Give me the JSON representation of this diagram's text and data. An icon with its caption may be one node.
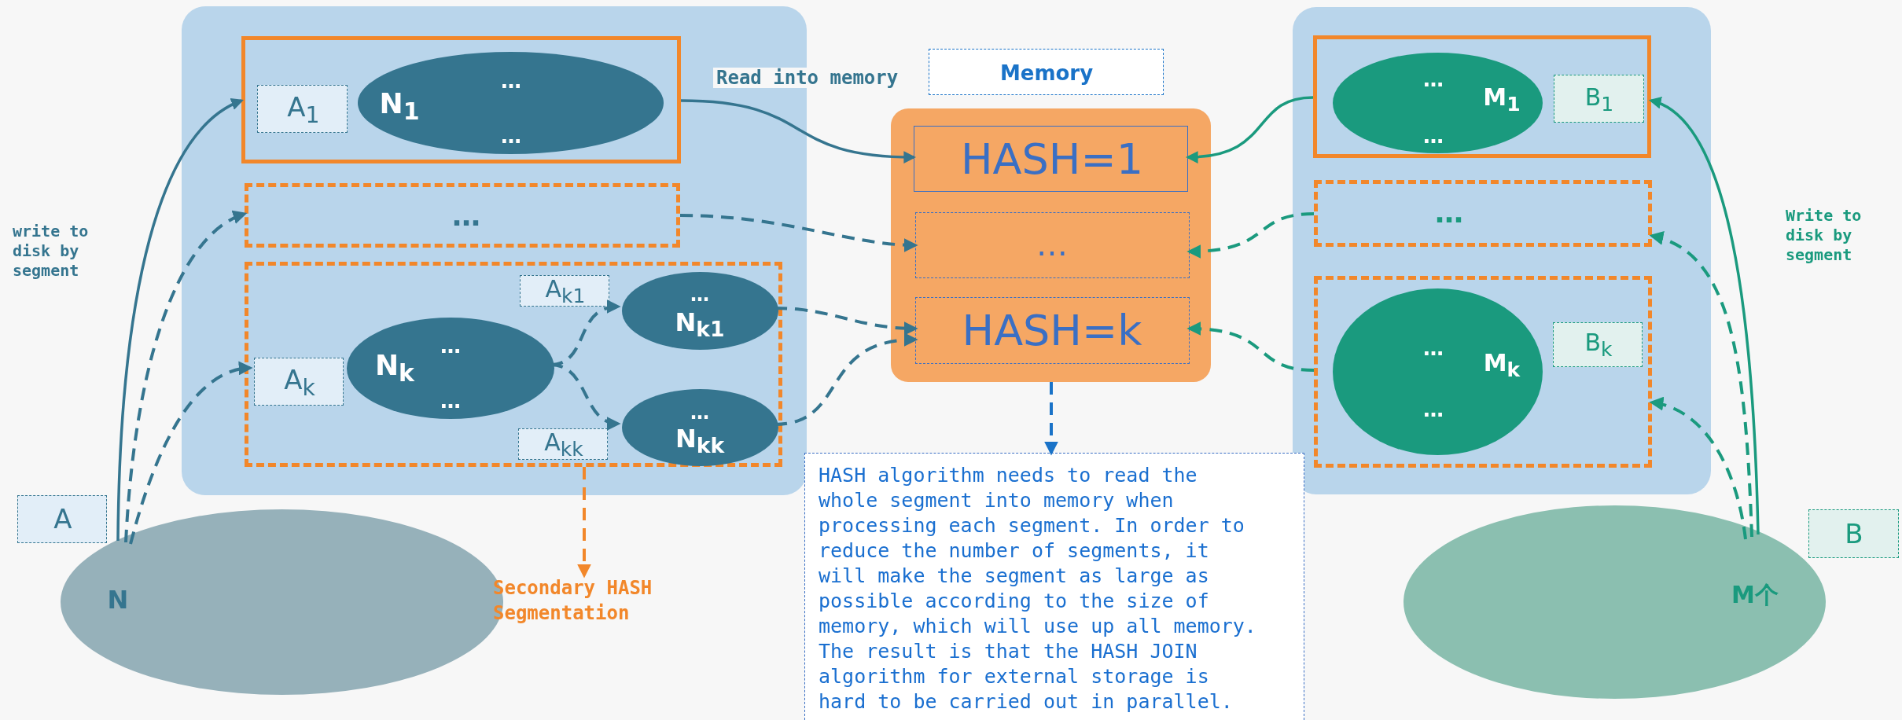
{
  "diagram": {
    "nodes": [
      {
        "text": [],
        "shape": "box"
      },
      {
        "text": [],
        "shape": "box",
        "in": 0
      },
      {
        "text": [
          "A$_{1}$"
        ],
        "in": 1
      },
      {
        "text": [
          "N$_{1}$",
          "…",
          "…"
        ],
        "in": 1
      },
      {
        "text": [
          "…"
        ],
        "in": 0
      },
      {
        "text": [],
        "shape": "box",
        "in": 0
      },
      {
        "text": [
          "A$_{k}$"
        ],
        "in": 5
      },
      {
        "text": [
          "N$_{k}$",
          "…",
          "…"
        ],
        "in": 5
      },
      {
        "text": [
          "A$_{k1}$"
        ],
        "in": 5
      },
      {
        "text": [
          "…",
          "N$_{k1}$"
        ],
        "in": 5
      },
      {
        "text": [
          "A$_{kk}$"
        ],
        "in": 5
      },
      {
        "text": [
          "…",
          "N$_{kk}$"
        ],
        "in": 5
      },
      {
        "text": [],
        "shape": "box"
      },
      {
        "text": [],
        "shape": "box",
        "in": 12
      },
      {
        "text": [
          "…",
          "M$_{1}$",
          "…"
        ],
        "in": 13
      },
      {
        "text": [
          "B$_{1}$"
        ],
        "in": 13
      },
      {
        "text": [
          "…"
        ],
        "in": 12
      },
      {
        "text": [],
        "shape": "box",
        "in": 12
      },
      {
        "text": [
          "…",
          "M$_{k}$",
          "…"
        ],
        "in": 17
      },
      {
        "text": [
          "B$_{k}$"
        ],
        "in": 17
      },
      {
        "text": [],
        "shape": "box"
      },
      {
        "text": [
          "HASH=1"
        ],
        "in": 20
      },
      {
        "text": [
          "…"
        ],
        "in": 20
      },
      {
        "text": [
          "HASH=k"
        ],
        "in": 20
      },
      {
        "text": [
          "Memory"
        ]
      },
      {
        "text": [
          "HASH algorithm needs to read the whole segment into memory when processing each segment. In order to reduce the number of segments, it will make the segment as large as possible according to the size of memory, which will use up all memory. The result is that the HASH JOIN algorithm for external storage is hard to be carried out in parallel."
        ]
      },
      {
        "text": [
          "N"
        ]
      },
      {
        "text": [
          "A"
        ]
      },
      {
        "text": [
          "M个"
        ]
      },
      {
        "text": [
          "B"
        ]
      },
      {
        "text": [
          "Secondary HASH Segmentation"
        ]
      }
    ],
    "edges": [
      {
        "from": 26,
        "to": 1,
        "arrow": "to"
      },
      {
        "from": 26,
        "to": 4,
        "arrow": "to",
        "style": "dashed"
      },
      {
        "from": 26,
        "to": 6,
        "arrow": "to",
        "style": "dashed"
      },
      {
        "from": 7,
        "to": 9,
        "arrow": "to",
        "style": "dashed"
      },
      {
        "from": 7,
        "to": 11,
        "arrow": "to",
        "style": "dashed"
      },
      {
        "from": 1,
        "to": 21,
        "arrow": "to",
        "label": "Read into memory"
      },
      {
        "from": 4,
        "to": 22,
        "arrow": "to",
        "style": "dashed"
      },
      {
        "from": 9,
        "to": 23,
        "arrow": "to",
        "style": "dashed"
      },
      {
        "from": 11,
        "to": 23,
        "arrow": "to",
        "style": "dashed"
      },
      {
        "from": 13,
        "to": 21,
        "arrow": "to",
        "color": "#1a9a7e"
      },
      {
        "from": 16,
        "to": 22,
        "arrow": "to",
        "style": "dashed",
        "color": "#1a9a7e"
      },
      {
        "from": 17,
        "to": 23,
        "arrow": "to",
        "style": "dashed",
        "color": "#1a9a7e"
      },
      {
        "from": 28,
        "to": 13,
        "arrow": "to",
        "color": "#1a9a7e"
      },
      {
        "from": 28,
        "to": 16,
        "arrow": "to",
        "style": "dashed",
        "color": "#1a9a7e"
      },
      {
        "from": 28,
        "to": 17,
        "arrow": "to",
        "style": "dashed",
        "color": "#1a9a7e"
      },
      {
        "from": 5,
        "to": 30,
        "arrow": "to",
        "style": "dashed",
        "color": "#f2872a"
      },
      {
        "from": 20,
        "to": 25,
        "arrow": "to",
        "style": "dashed",
        "color": "#1a73c8"
      }
    ],
    "labels": [
      "write to disk by segment",
      "Write to disk by segment"
    ]
  }
}
